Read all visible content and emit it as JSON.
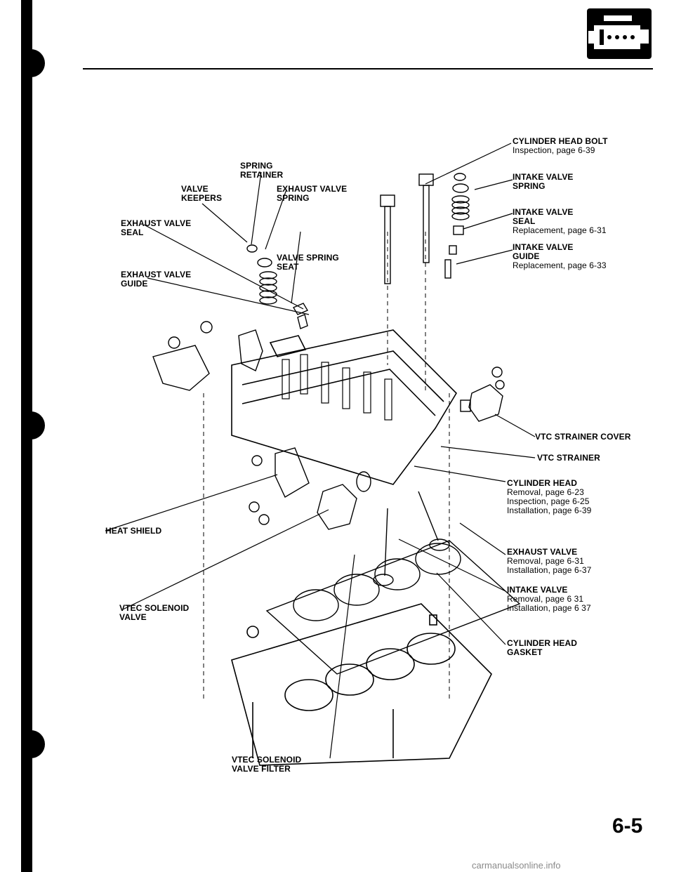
{
  "page": {
    "number": "6-5",
    "watermark": "carmanualsonline.info"
  },
  "labels": {
    "spring_retainer": {
      "l1": "SPRING",
      "l2": "RETAINER"
    },
    "valve_keepers": {
      "l1": "VALVE",
      "l2": "KEEPERS"
    },
    "exhaust_valve_spring": {
      "l1": "EXHAUST VALVE",
      "l2": "SPRING"
    },
    "exhaust_valve_seal": {
      "l1": "EXHAUST VALVE",
      "l2": "SEAL"
    },
    "valve_spring_seat": {
      "l1": "VALVE SPRING",
      "l2": "SEAT"
    },
    "exhaust_valve_guide": {
      "l1": "EXHAUST VALVE",
      "l2": "GUIDE"
    },
    "cylinder_head_bolt": {
      "l1": "CYLINDER HEAD BOLT",
      "ref1": "Inspection, page 6-39"
    },
    "intake_valve_spring": {
      "l1": "INTAKE VALVE",
      "l2": "SPRING"
    },
    "intake_valve_seal": {
      "l1": "INTAKE VALVE",
      "l2": "SEAL",
      "ref1": "Replacement, page 6-31"
    },
    "intake_valve_guide": {
      "l1": "INTAKE VALVE",
      "l2": "GUIDE",
      "ref1": "Replacement, page 6-33"
    },
    "vtc_strainer_cover": {
      "l1": "VTC STRAINER COVER"
    },
    "vtc_strainer": {
      "l1": "VTC STRAINER"
    },
    "cylinder_head": {
      "l1": "CYLINDER HEAD",
      "ref1": "Removal, page 6-23",
      "ref2": "Inspection, page 6-25",
      "ref3": "Installation, page 6-39"
    },
    "heat_shield": {
      "l1": "HEAT SHIELD"
    },
    "exhaust_valve": {
      "l1": "EXHAUST VALVE",
      "ref1": "Removal, page 6-31",
      "ref2": "Installation, page 6-37"
    },
    "intake_valve": {
      "l1": "INTAKE VALVE",
      "ref1": "Removal, page 6 31",
      "ref2": "Installation, page 6 37"
    },
    "vtec_solenoid_valve": {
      "l1": "VTEC SOLENOID",
      "l2": "VALVE"
    },
    "cylinder_head_gasket": {
      "l1": "CYLINDER HEAD",
      "l2": "GASKET"
    },
    "vtec_solenoid_valve_filter": {
      "l1": "VTEC SOLENOID",
      "l2": "VALVE FILTER"
    }
  },
  "icons": {
    "section_icon": "engine-icon"
  }
}
